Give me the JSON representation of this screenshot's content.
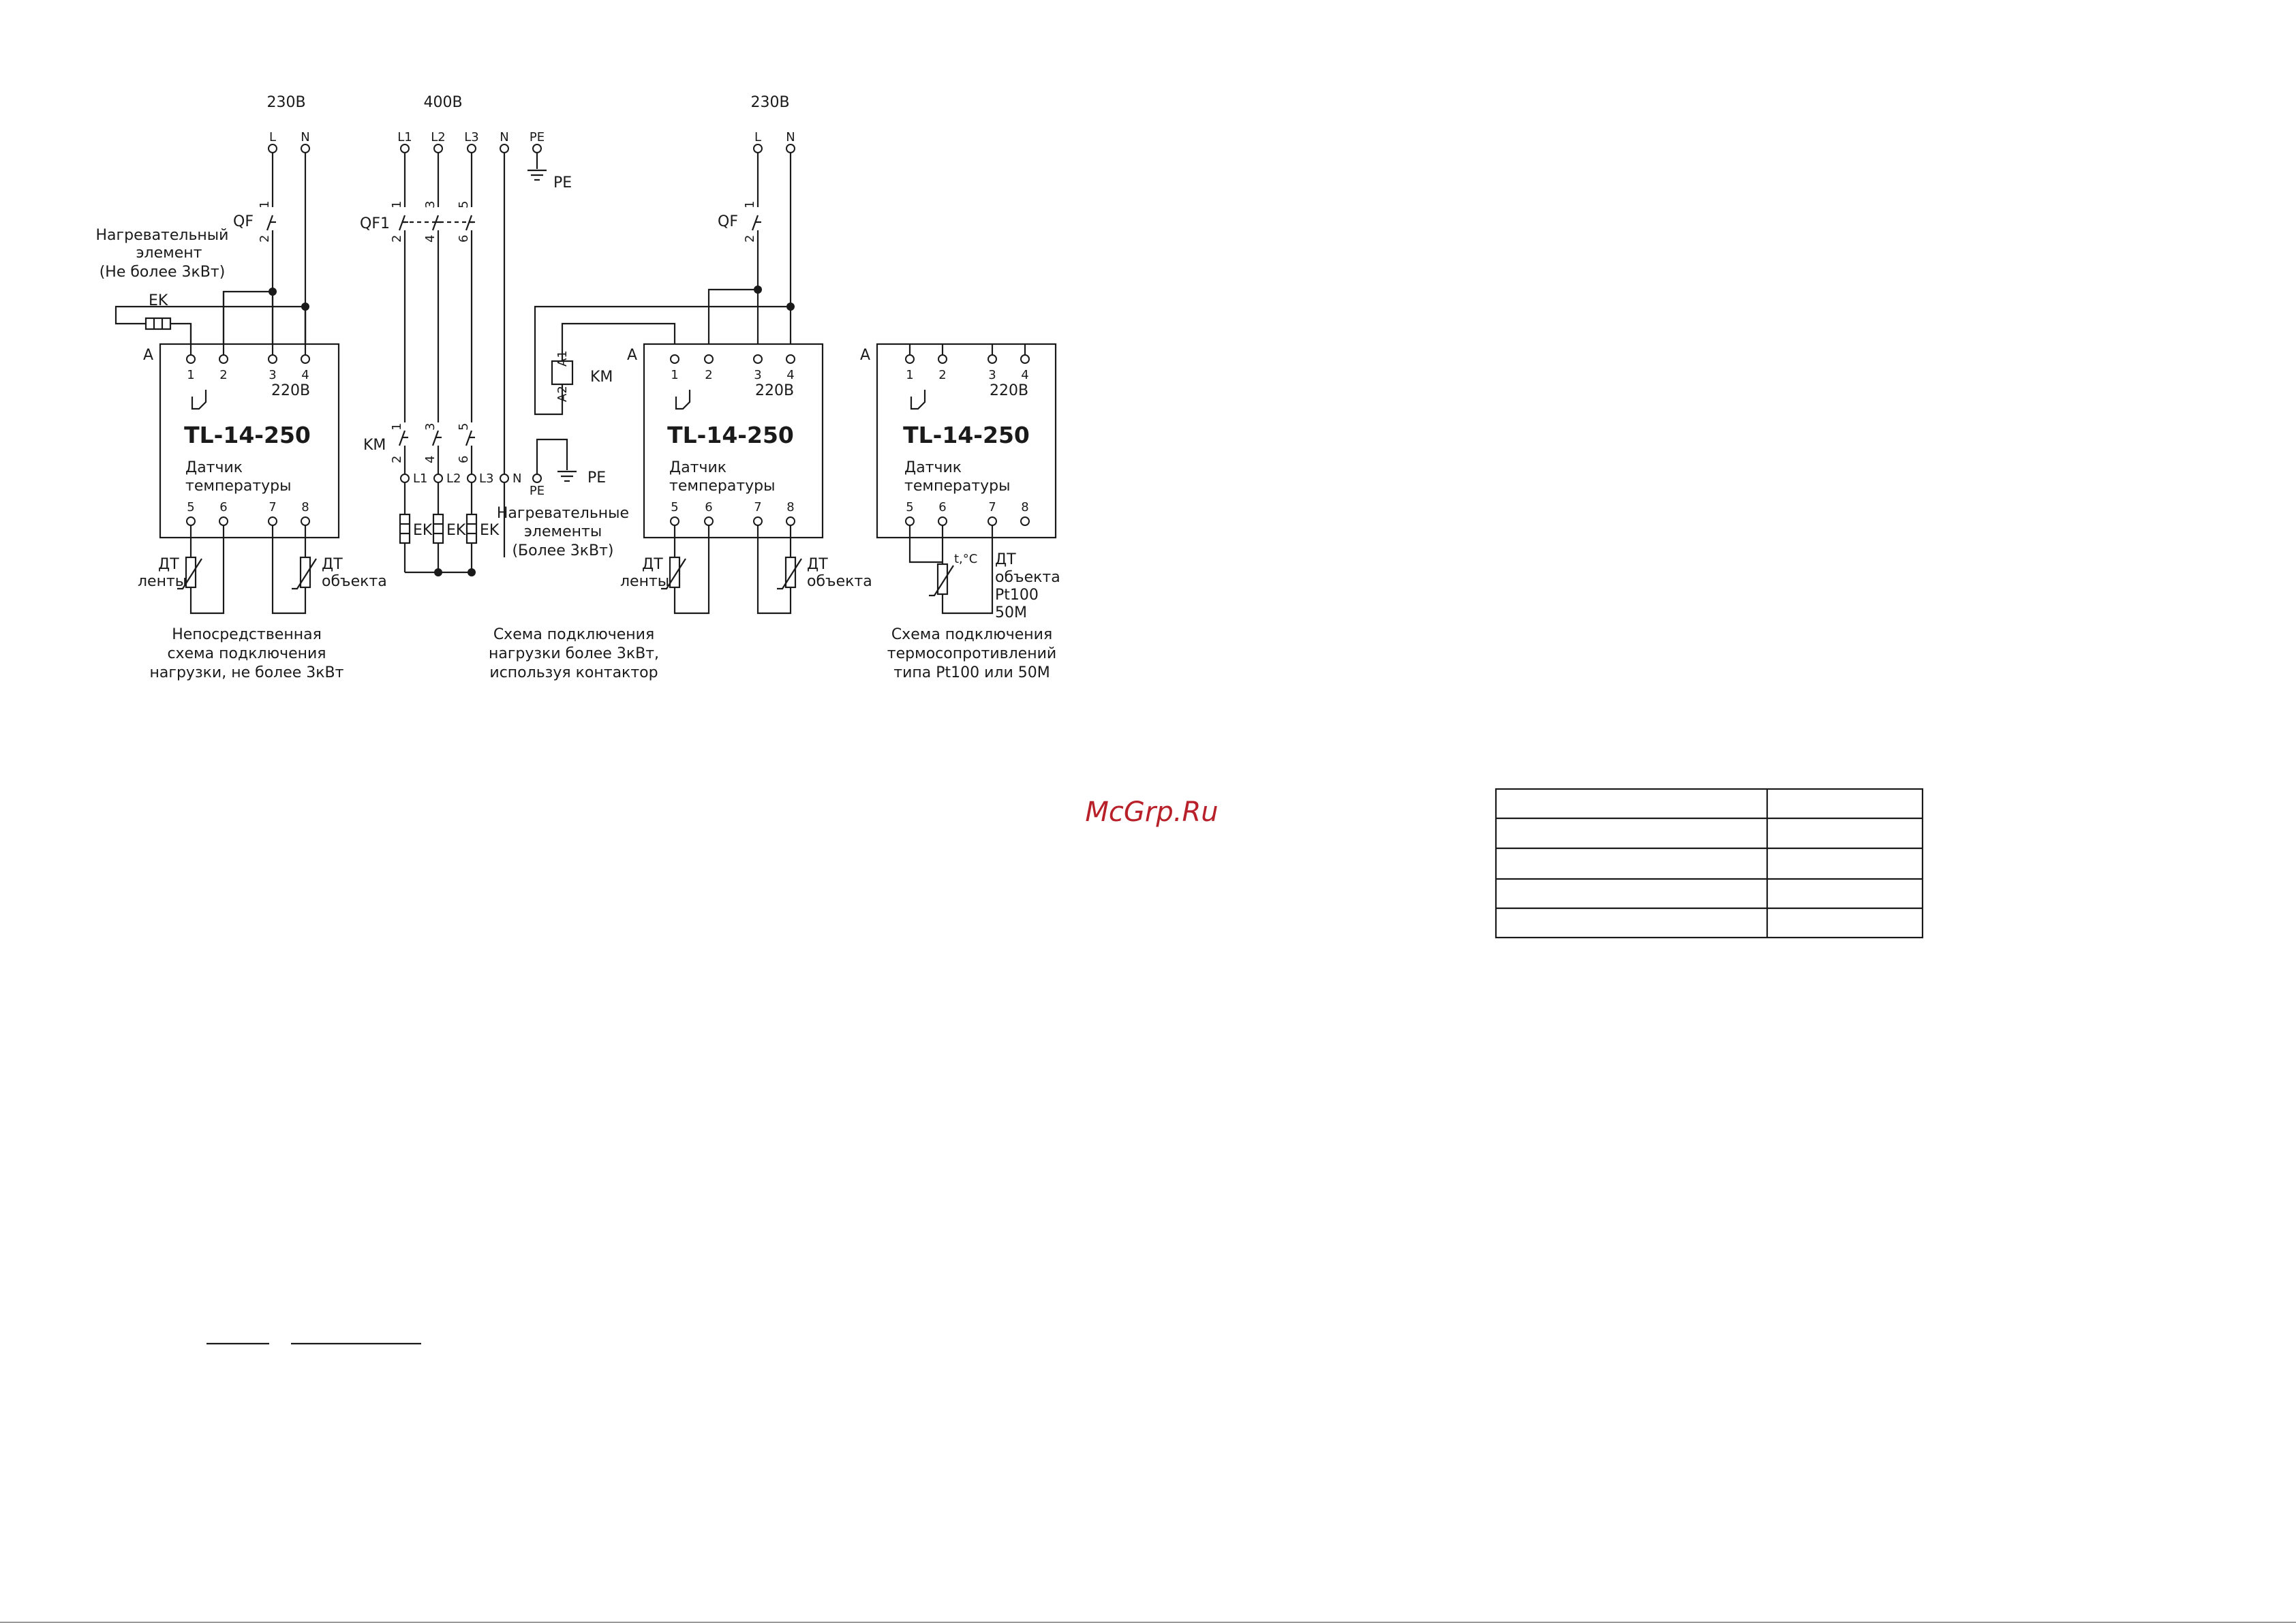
{
  "supply": {
    "left_voltage": "230В",
    "center_voltage": "400В",
    "right_voltage": "230В",
    "phase_l": "L",
    "neutral_n": "N",
    "l1": "L1",
    "l2": "L2",
    "l3": "L3",
    "pe": "PE"
  },
  "breakers": {
    "qf": "QF",
    "qf1": "QF1",
    "contactor": "KM",
    "pin1": "1",
    "pin2": "2",
    "pin3": "3",
    "pin4": "4",
    "pin5": "5",
    "pin6": "6",
    "coil_a1": "A1",
    "coil_a2": "A2"
  },
  "device": {
    "designator": "A",
    "model": "TL-14-250",
    "desc_line1": "Датчик",
    "desc_line2": "температуры",
    "voltage": "220В",
    "terminals_top": [
      "1",
      "2",
      "3",
      "4"
    ],
    "terminals_bottom": [
      "5",
      "6",
      "7",
      "8"
    ]
  },
  "heater": {
    "label_line1": "Нагревательный",
    "label_line2": "элемент",
    "label_line3": "(Не более 3кВт)",
    "ek": "EK",
    "multi_line1": "Нагревательные",
    "multi_line2": "элементы",
    "multi_line3": "(Более 3кВт)"
  },
  "sensors": {
    "dt": "ДТ",
    "belt": "ленты",
    "object": "объекта",
    "pt_line1": "ДТ",
    "pt_line2": "объекта",
    "pt_line3": "Pt100",
    "pt_line4": "50M",
    "t_symbol": "t,°C"
  },
  "captions": {
    "left": [
      "Непосредственная",
      "схема подключения",
      "нагрузки, не более 3кВт"
    ],
    "middle": [
      "Схема подключения",
      "нагрузки более 3кВт,",
      "используя контактор"
    ],
    "right": [
      "Схема подключения",
      "термосопротивлений",
      "типа Pt100 или 50M"
    ]
  },
  "watermark": "McGrp.Ru",
  "table": {
    "rows": [
      [
        "",
        ""
      ],
      [
        "",
        ""
      ],
      [
        "",
        ""
      ],
      [
        "",
        ""
      ],
      [
        "",
        ""
      ]
    ]
  }
}
